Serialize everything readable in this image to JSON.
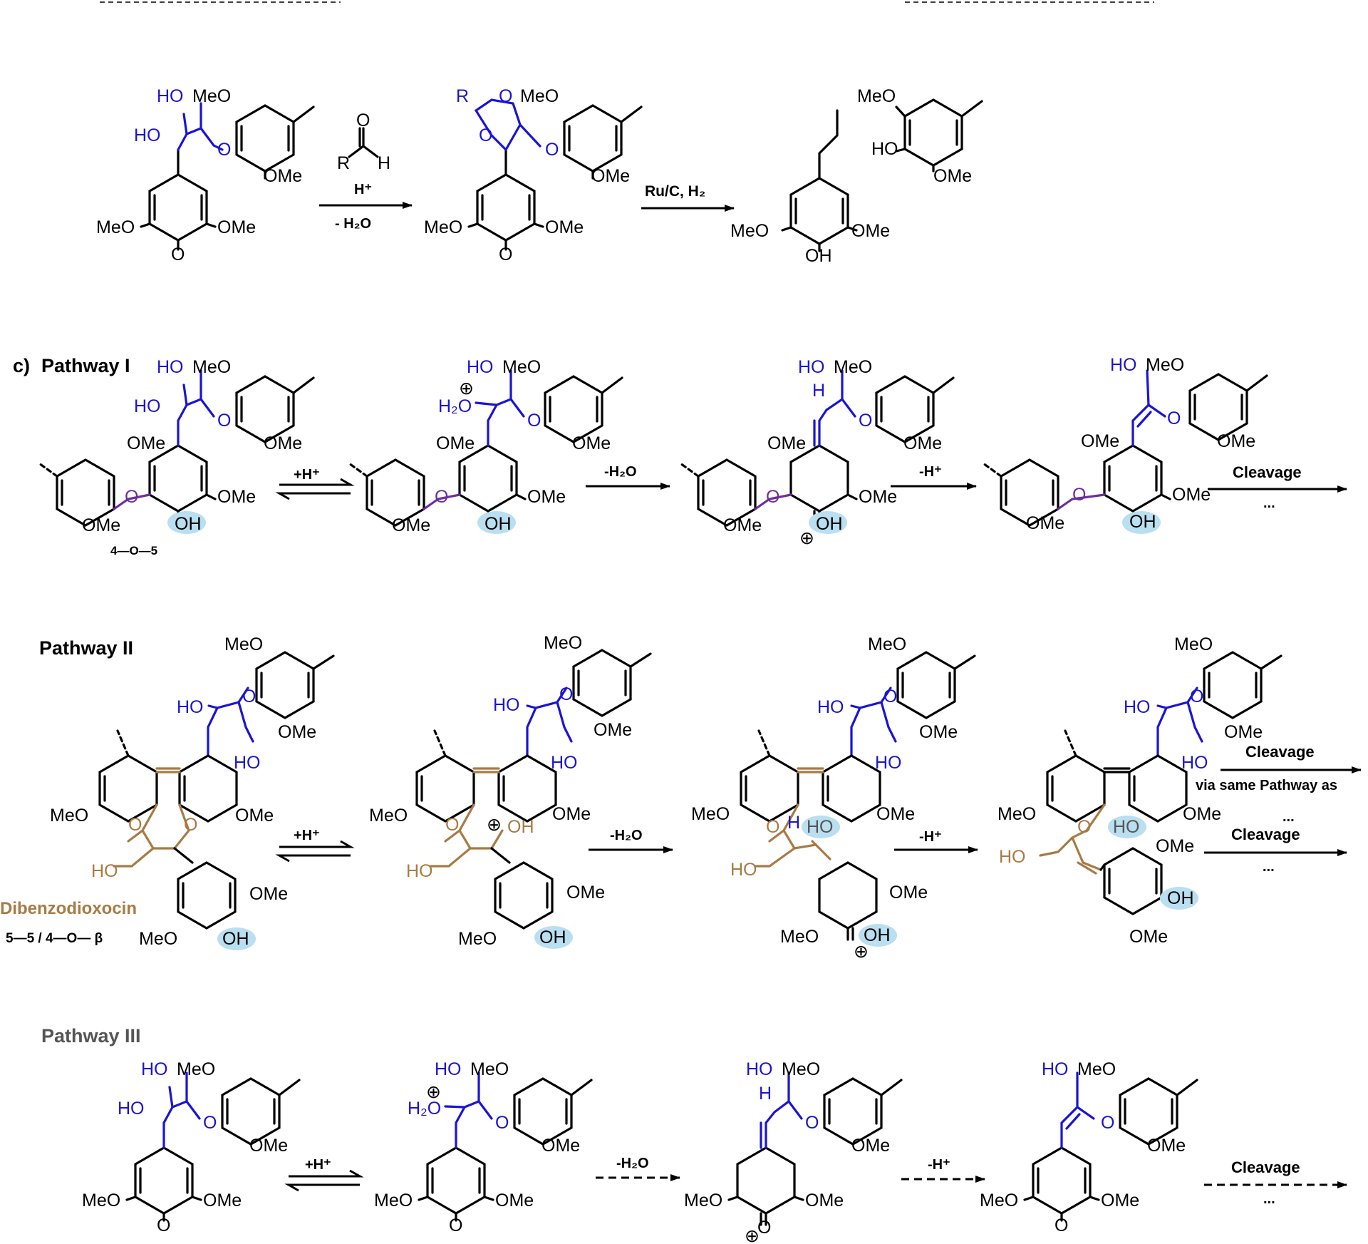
{
  "panel_c": {
    "letter": "c)"
  },
  "pathways": [
    {
      "title": "Pathway I",
      "bond_label": "4—O—5"
    },
    {
      "title": "Pathway II",
      "unit_name": "Dibenzodioxocin",
      "bond_label": "5—5 / 4—O— β"
    },
    {
      "title": "Pathway III"
    }
  ],
  "steps": {
    "protonation": "+H⁺",
    "dehydration": "-H₂O",
    "deprotonation": "-H⁺",
    "cleavage": "Cleavage",
    "ellipsis": "...",
    "via_same": "via same Pathway as"
  },
  "top_reaction": {
    "reagent_formula": "R‑CHO",
    "acid": "H⁺",
    "minus_water": "- H₂O",
    "catalyst": "Ru/C, H₂"
  },
  "atoms": {
    "HO": "HO",
    "MeO": "MeO",
    "OMe": "OMe",
    "OH": "OH",
    "O": "O",
    "R": "R",
    "H": "H",
    "H2O": "H₂O",
    "plus": "⊕"
  },
  "colors": {
    "beta_O_4_unit": "#1a14d4",
    "dibenzodioxocin": "#a77b45",
    "4_O_5_link": "#6b2fa0",
    "phenol_highlight": "#b9dff0",
    "pathway_III_title": "#555555"
  }
}
